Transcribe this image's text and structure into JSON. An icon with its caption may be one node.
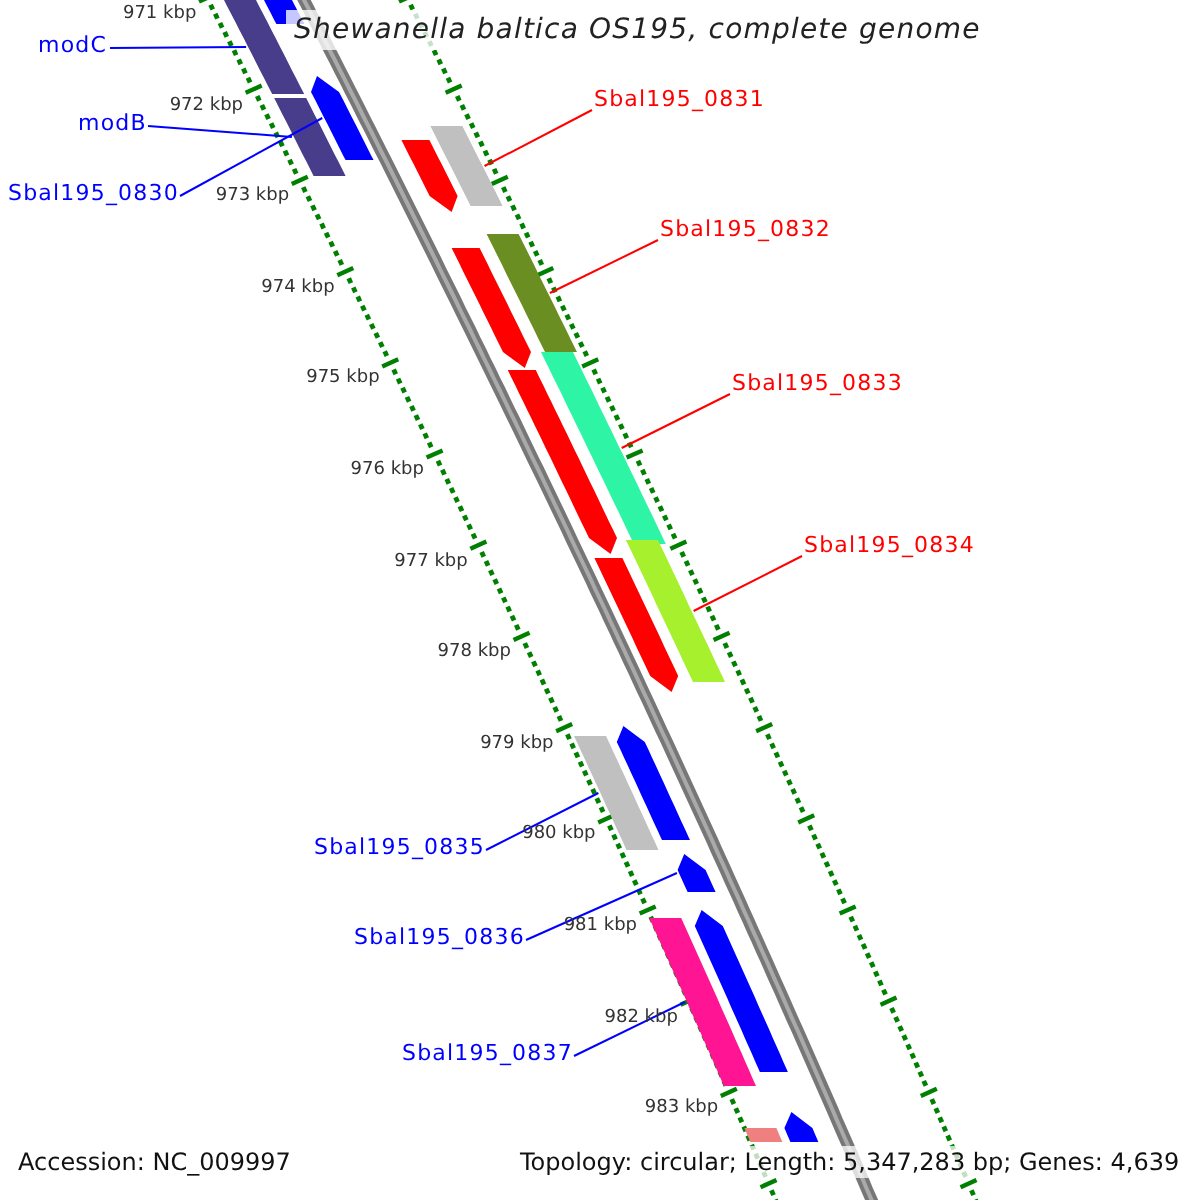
{
  "diagram": {
    "title": "Shewanella baltica OS195, complete genome",
    "nodes": [
      {
        "text": [
          "modC"
        ]
      },
      {
        "text": [
          "modB"
        ]
      },
      {
        "text": [
          "Sbal195_0830"
        ]
      },
      {
        "text": [
          "Sbal195_0831"
        ]
      },
      {
        "text": [
          "Sbal195_0832"
        ]
      },
      {
        "text": [
          "Sbal195_0833"
        ]
      },
      {
        "text": [
          "Sbal195_0834"
        ]
      },
      {
        "text": [
          "Sbal195_0835"
        ]
      },
      {
        "text": [
          "Sbal195_0836"
        ]
      },
      {
        "text": [
          "Sbal195_0837"
        ]
      },
      {
        "text": [],
        "shape": "bar"
      },
      {
        "text": [],
        "shape": "bar"
      },
      {
        "text": [],
        "shape": "pentagon"
      },
      {
        "text": [],
        "shape": "bar"
      },
      {
        "text": [],
        "shape": "bar"
      },
      {
        "text": [],
        "shape": "bar"
      },
      {
        "text": [],
        "shape": "bar"
      },
      {
        "text": [],
        "shape": "bar"
      },
      {
        "text": [],
        "shape": "pentagon"
      },
      {
        "text": [],
        "shape": "bar"
      },
      {
        "text": [],
        "shape": "pentagon"
      },
      {
        "text": [],
        "shape": "pentagon"
      },
      {
        "text": [],
        "shape": "pentagon"
      },
      {
        "text": [],
        "shape": "pentagon"
      },
      {
        "text": [],
        "shape": "pentagon"
      },
      {
        "text": [],
        "shape": "pentagon"
      },
      {
        "text": [],
        "shape": "pentagon"
      },
      {
        "text": [],
        "shape": "bar"
      },
      {
        "text": [],
        "shape": "pentagon"
      }
    ],
    "edges": [
      {
        "from": 0,
        "to": 10,
        "arrow": "none"
      },
      {
        "from": 1,
        "to": 11,
        "arrow": "none"
      },
      {
        "from": 2,
        "to": 12,
        "arrow": "none"
      },
      {
        "from": 3,
        "to": 13,
        "arrow": "none",
        "color": "#ff0000"
      },
      {
        "from": 4,
        "to": 14,
        "arrow": "none",
        "color": "#ff0000"
      },
      {
        "from": 5,
        "to": 15,
        "arrow": "none",
        "color": "#ff0000"
      },
      {
        "from": 6,
        "to": 16,
        "arrow": "none",
        "color": "#ff0000"
      },
      {
        "from": 7,
        "to": 17,
        "arrow": "none"
      },
      {
        "from": 8,
        "to": 18,
        "arrow": "none"
      },
      {
        "from": 9,
        "to": 19,
        "arrow": "none"
      }
    ],
    "labels": [
      "971 kbp",
      "972 kbp",
      "973 kbp",
      "974 kbp",
      "975 kbp",
      "976 kbp",
      "977 kbp",
      "978 kbp",
      "979 kbp",
      "980 kbp",
      "981 kbp",
      "982 kbp",
      "983 kbp",
      "Accession: NC_009997",
      "Topology: circular; Length: 5,347,283 bp; Genes: 4,639"
    ]
  }
}
